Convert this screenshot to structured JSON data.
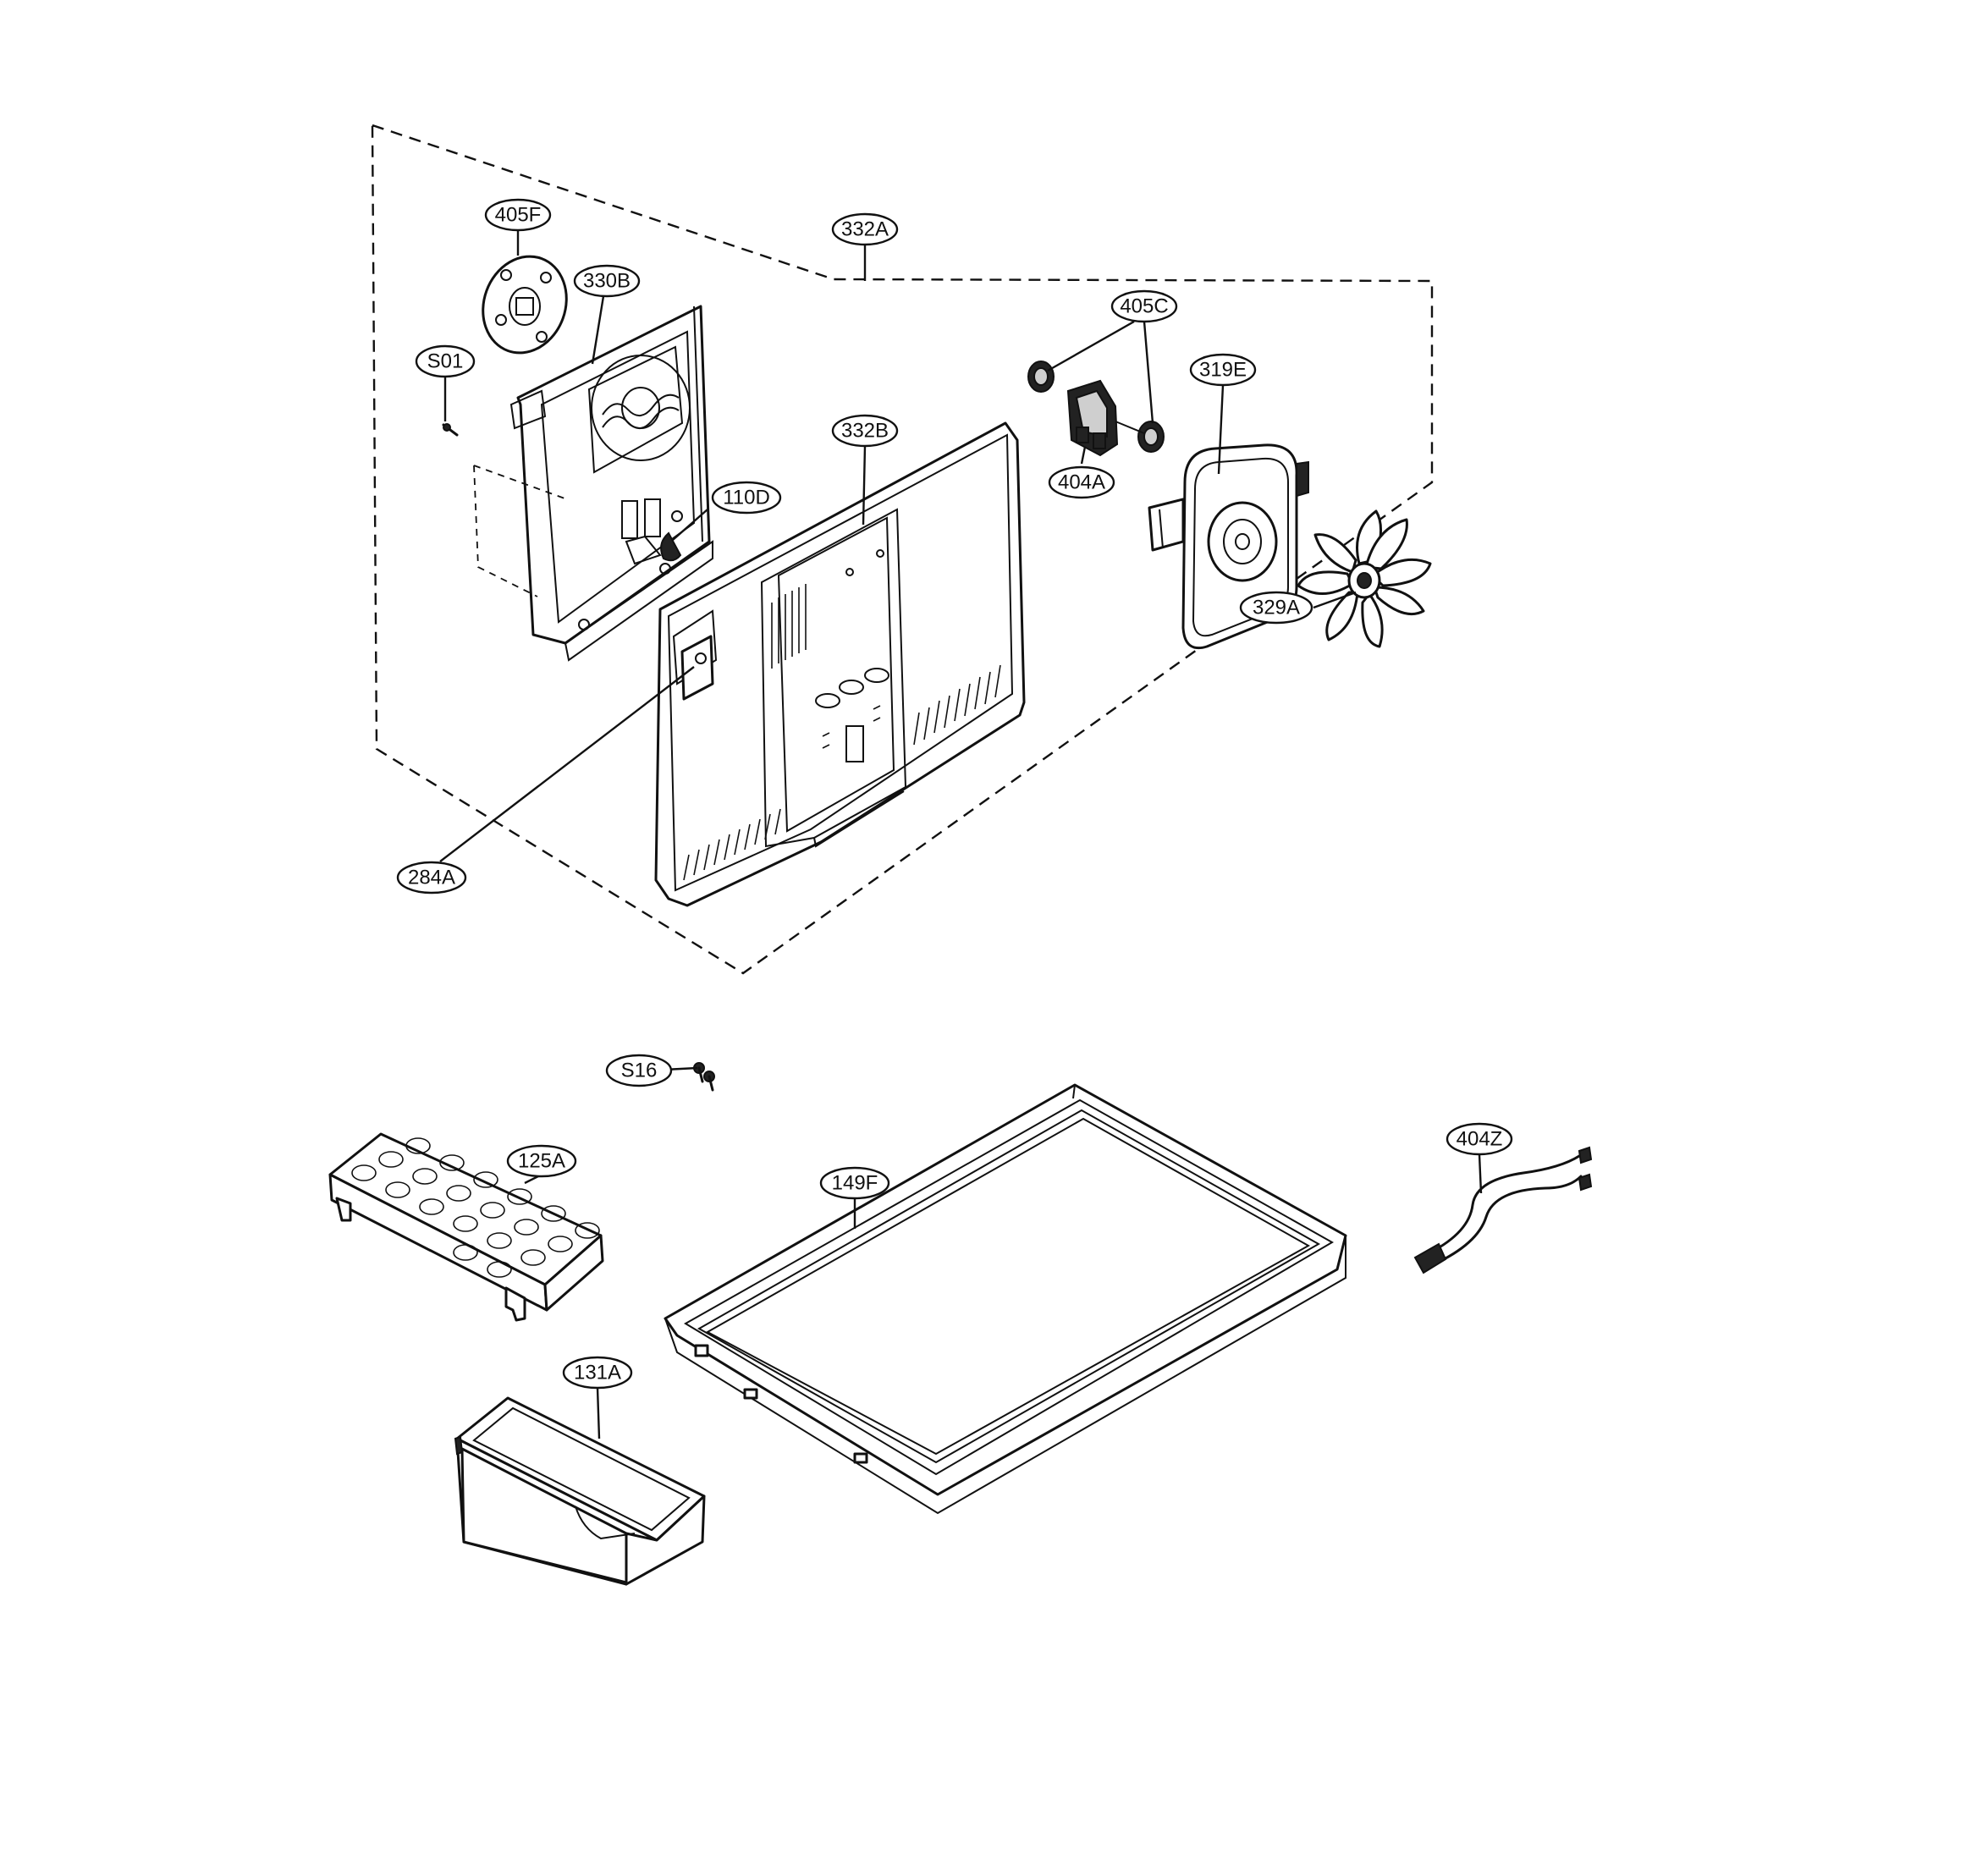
{
  "callouts": {
    "c_405F": "405F",
    "c_332A": "332A",
    "c_330B": "330B",
    "c_405C": "405C",
    "c_S01": "S01",
    "c_319E": "319E",
    "c_332B": "332B",
    "c_110D": "110D",
    "c_404A": "404A",
    "c_329A": "329A",
    "c_284A": "284A",
    "c_S16": "S16",
    "c_404Z": "404Z",
    "c_125A": "125A",
    "c_149F": "149F",
    "c_131A": "131A"
  }
}
